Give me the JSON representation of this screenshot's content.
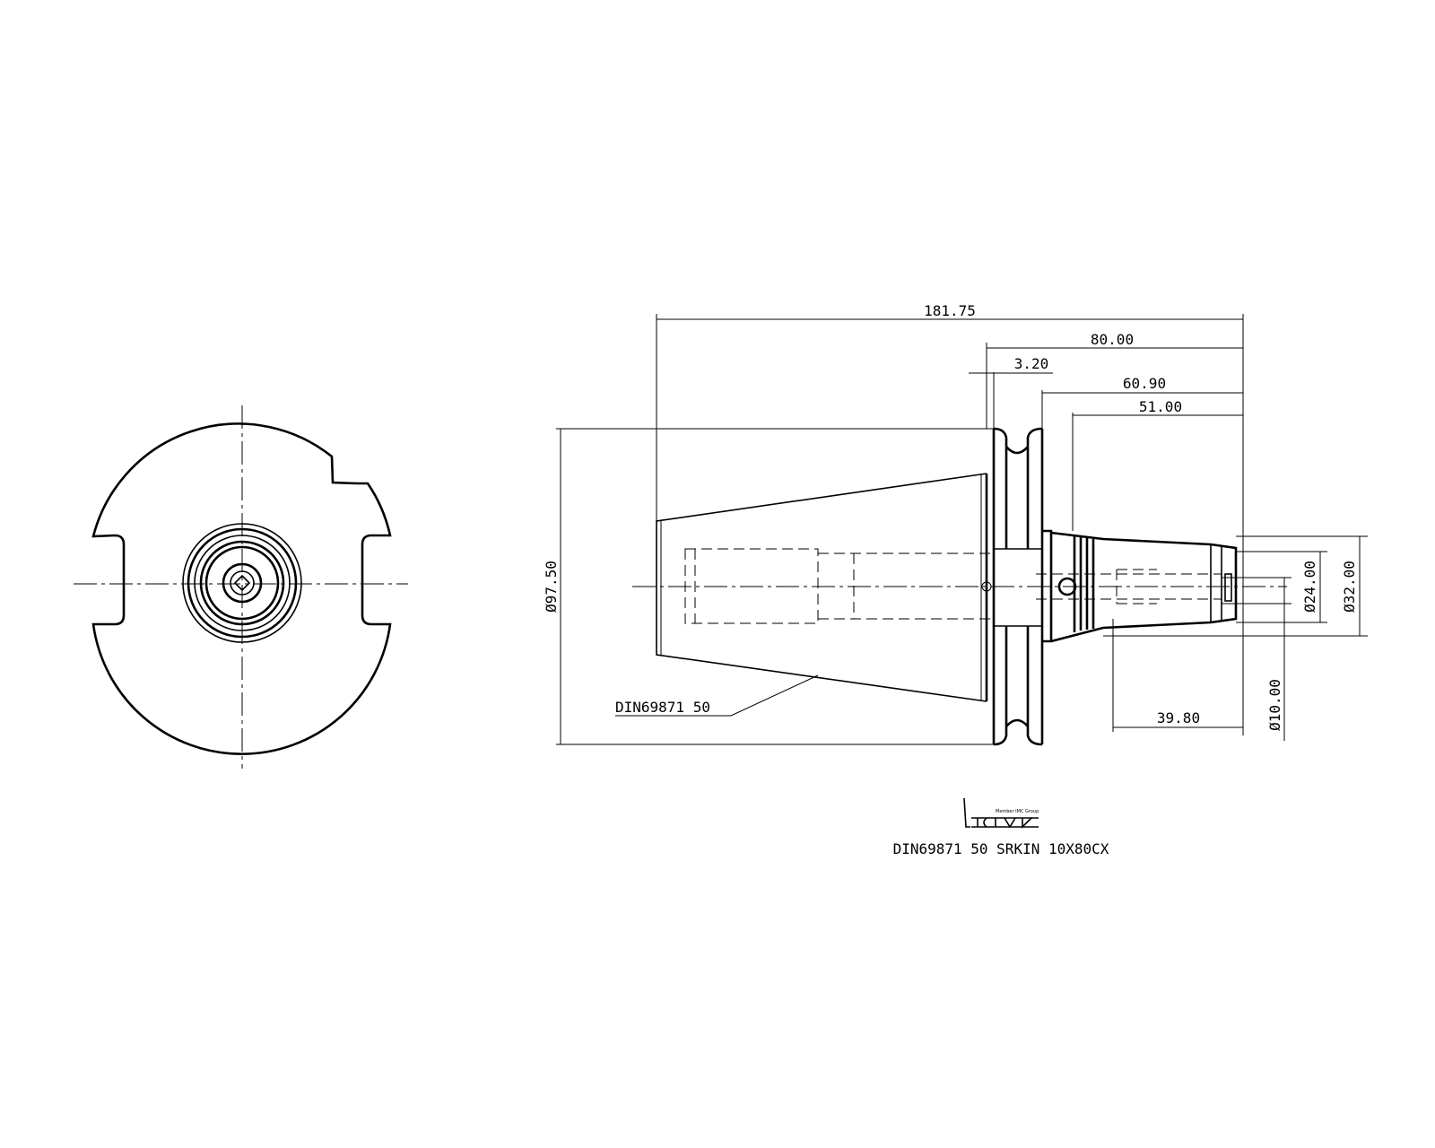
{
  "drawing": {
    "title": "DIN69871 50 SRKIN 10X80CX",
    "part_label": "DIN69871 50",
    "logo": {
      "name": "iscar",
      "tagline": "Member IMC Group"
    },
    "dimensions": {
      "overall_length": "181.75",
      "gauge_length": "80.00",
      "flange_offset": "3.20",
      "length_60": "60.90",
      "length_51": "51.00",
      "length_39": "39.80",
      "flange_diameter": "Ø97.50",
      "diameter_24": "Ø24.00",
      "diameter_32": "Ø32.00",
      "diameter_10": "Ø10.00"
    }
  }
}
